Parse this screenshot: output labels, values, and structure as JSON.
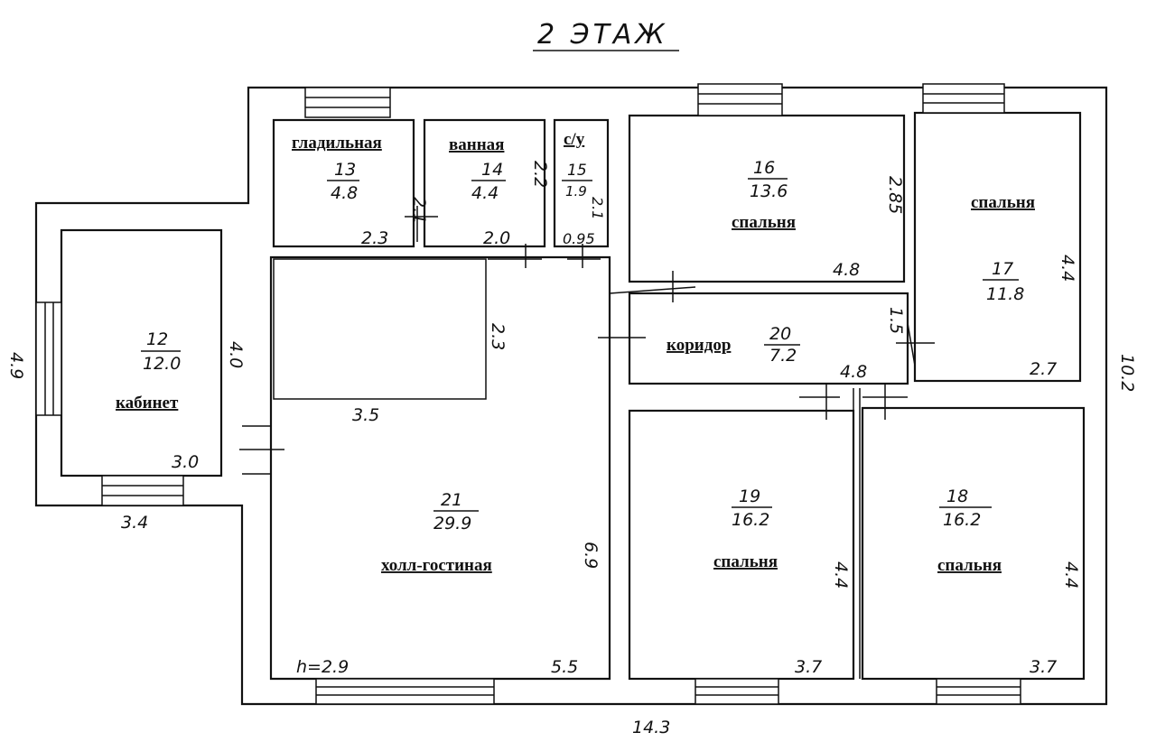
{
  "title": "2 ЭТАЖ",
  "rooms": [
    {
      "id": "13",
      "area": "4.8",
      "name": "гладильная",
      "dims": [
        "2.1",
        "2.3"
      ]
    },
    {
      "id": "14",
      "area": "4.4",
      "name": "ванная",
      "dims": [
        "2.2",
        "2.0"
      ]
    },
    {
      "id": "15",
      "area": "1.9",
      "name": "с/у",
      "dims": [
        "2.1",
        "0.95"
      ]
    },
    {
      "id": "16",
      "area": "13.6",
      "name": "спальня",
      "dims": [
        "2.85",
        "4.8"
      ]
    },
    {
      "id": "17",
      "area": "11.8",
      "name": "спальня",
      "dims": [
        "4.4",
        "2.7"
      ]
    },
    {
      "id": "12",
      "area": "12.0",
      "name": "кабинет",
      "dims": [
        "4.0",
        "3.0"
      ]
    },
    {
      "id": "20",
      "area": "7.2",
      "name": "коридор",
      "dims": [
        "1.5",
        "4.8"
      ]
    },
    {
      "id": "21",
      "area": "29.9",
      "name": "холл-гостиная",
      "dims": [
        "6.9",
        "5.5",
        "2.3",
        "3.5"
      ],
      "height": "h=2.9"
    },
    {
      "id": "19",
      "area": "16.2",
      "name": "спальня",
      "dims": [
        "4.4",
        "3.7"
      ]
    },
    {
      "id": "18",
      "area": "16.2",
      "name": "спальня",
      "dims": [
        "4.4",
        "3.7"
      ]
    }
  ],
  "outer_dims": {
    "left_wing_height": "4.9",
    "left_wing_width": "3.4",
    "total_height": "10.2",
    "total_width": "14.3"
  }
}
